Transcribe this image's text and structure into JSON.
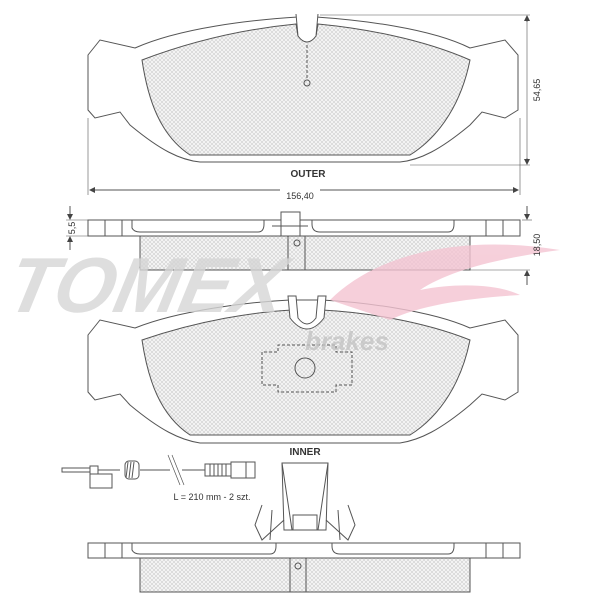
{
  "labels": {
    "outer": "OUTER",
    "inner": "INNER",
    "width_dim": "156,40",
    "height_dim": "54,65",
    "backplate_thickness_dim": "5,5",
    "total_thickness_dim": "18,50",
    "sensor_note": "L = 210 mm - 2 szt."
  },
  "watermark": {
    "brand": "TOMEX",
    "sub": "brakes"
  },
  "colors": {
    "line": "#555555",
    "watermark_grey": "#d0d0d0",
    "watermark_pink": "#f4b8c8"
  }
}
